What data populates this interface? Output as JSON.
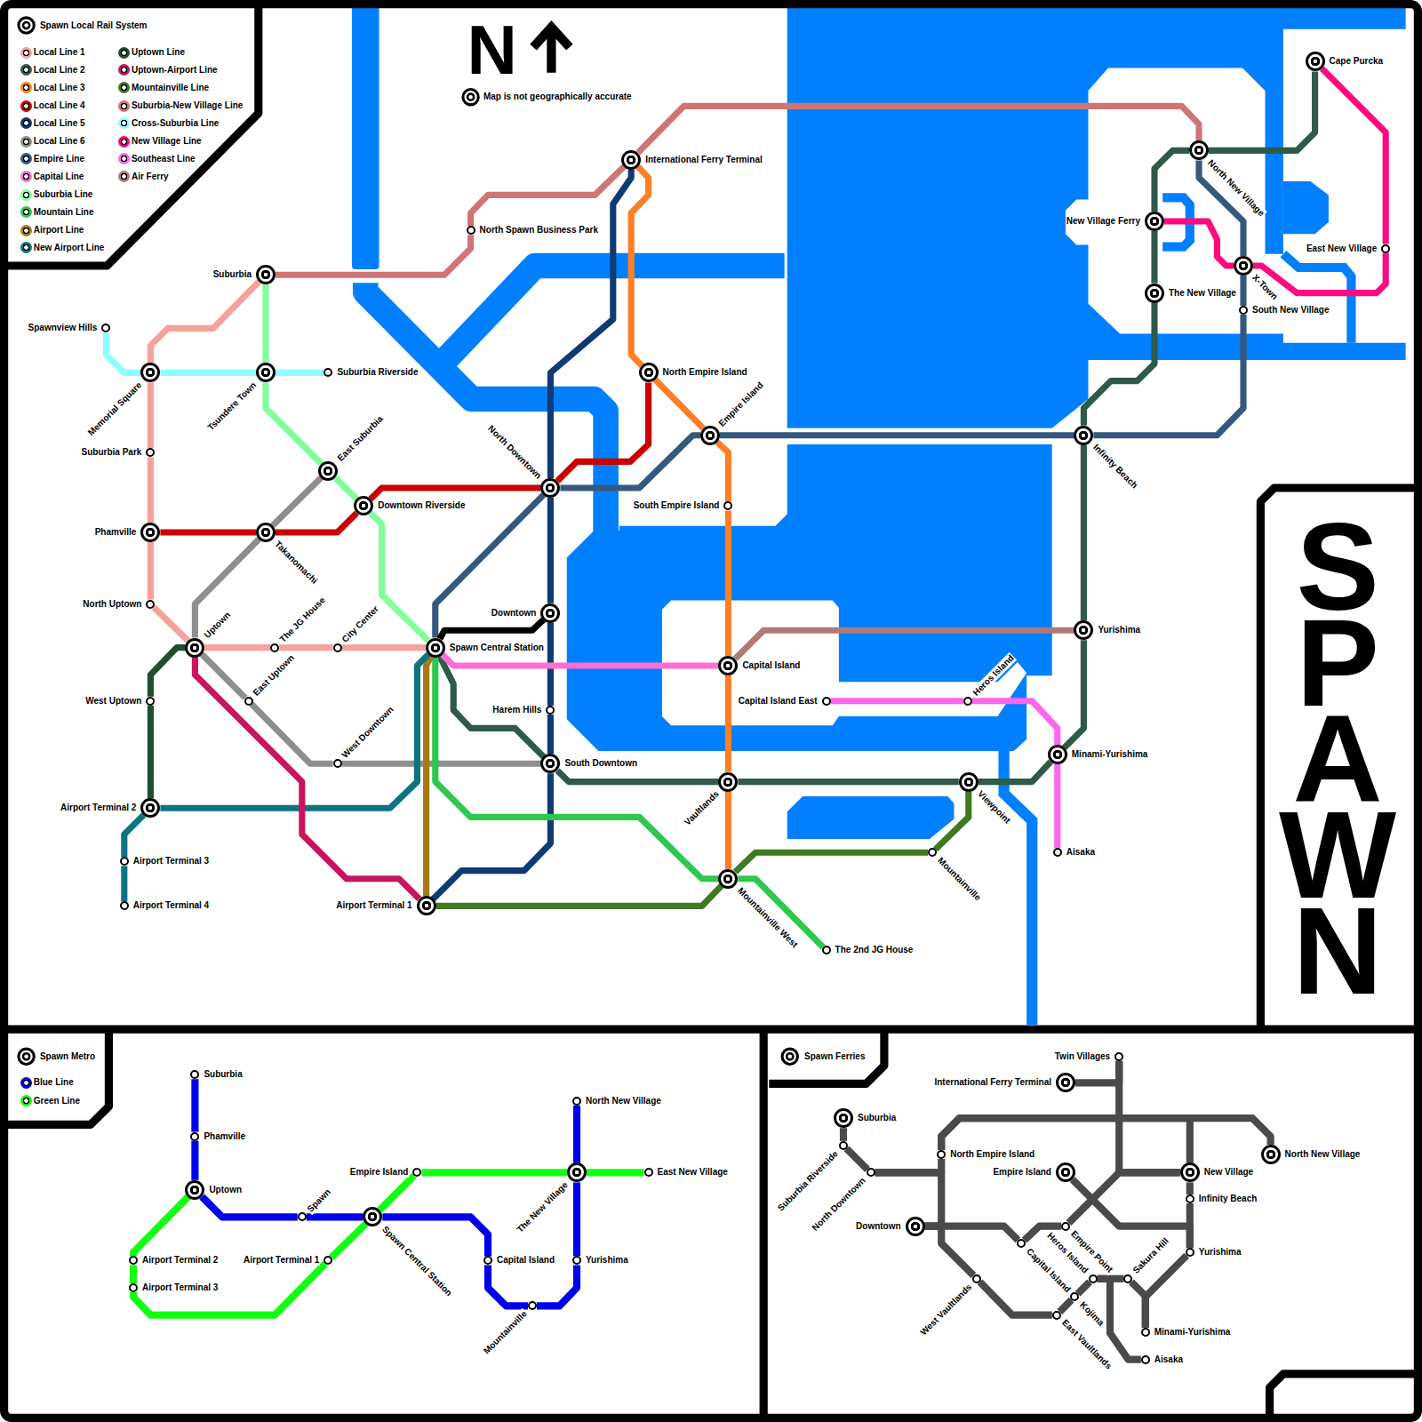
{
  "diagram": {
    "title": "SPAWN",
    "nodes": [
      {
        "text": [
          "Suburbia"
        ]
      },
      {
        "text": [
          "North Spawn Business Park"
        ]
      },
      {
        "text": [
          "International Ferry Terminal"
        ]
      },
      {
        "text": [
          "Spawnview Hills"
        ]
      },
      {
        "text": [
          "Memorial Square"
        ]
      },
      {
        "text": [
          "Tsundere Town"
        ]
      },
      {
        "text": [
          "Suburbia Riverside"
        ]
      },
      {
        "text": [
          "Suburbia Park"
        ]
      },
      {
        "text": [
          "East Suburbia"
        ]
      },
      {
        "text": [
          "Downtown Riverside"
        ]
      },
      {
        "text": [
          "Phamville"
        ]
      },
      {
        "text": [
          "Takanomachi"
        ]
      },
      {
        "text": [
          "North Uptown"
        ]
      },
      {
        "text": [
          "Uptown"
        ]
      },
      {
        "text": [
          "The JG House"
        ]
      },
      {
        "text": [
          "City Center"
        ]
      },
      {
        "text": [
          "Spawn Central Station"
        ]
      },
      {
        "text": [
          "West Uptown"
        ]
      },
      {
        "text": [
          "East Uptown"
        ]
      },
      {
        "text": [
          "West Downtown"
        ]
      },
      {
        "text": [
          "Airport Terminal 2"
        ]
      },
      {
        "text": [
          "Airport Terminal 3"
        ]
      },
      {
        "text": [
          "Airport Terminal 4"
        ]
      },
      {
        "text": [
          "Airport Terminal 1"
        ]
      },
      {
        "text": [
          "North Downtown"
        ]
      },
      {
        "text": [
          "Downtown"
        ]
      },
      {
        "text": [
          "Harem Hills"
        ]
      },
      {
        "text": [
          "South Downtown"
        ]
      },
      {
        "text": [
          "North Empire Island"
        ]
      },
      {
        "text": [
          "Empire Island"
        ]
      },
      {
        "text": [
          "South Empire Island"
        ]
      },
      {
        "text": [
          "Capital Island"
        ]
      },
      {
        "text": [
          "Capital Island East"
        ]
      },
      {
        "text": [
          "Heros Island"
        ]
      },
      {
        "text": [
          "Vaultlands"
        ]
      },
      {
        "text": [
          "Mountainville West"
        ]
      },
      {
        "text": [
          "The 2nd JG House"
        ]
      },
      {
        "text": [
          "Mountainville"
        ]
      },
      {
        "text": [
          "Viewpoint"
        ]
      },
      {
        "text": [
          "Minami-Yurishima"
        ]
      },
      {
        "text": [
          "Aisaka"
        ]
      },
      {
        "text": [
          "Yurishima"
        ]
      },
      {
        "text": [
          "Infinity Beach"
        ]
      },
      {
        "text": [
          "The New Village"
        ]
      },
      {
        "text": [
          "New Village Ferry"
        ]
      },
      {
        "text": [
          "North New Village"
        ]
      },
      {
        "text": [
          "Cape Purcka"
        ]
      },
      {
        "text": [
          "X-Town"
        ]
      },
      {
        "text": [
          "South New Village"
        ]
      },
      {
        "text": [
          "East New Village"
        ]
      },
      {
        "text": [
          "Suburbia"
        ]
      },
      {
        "text": [
          "Phamville"
        ]
      },
      {
        "text": [
          "Uptown"
        ]
      },
      {
        "text": [
          "Spawn"
        ]
      },
      {
        "text": [
          "Airport Terminal 2"
        ]
      },
      {
        "text": [
          "Airport Terminal 3"
        ]
      },
      {
        "text": [
          "Airport Terminal 1"
        ]
      },
      {
        "text": [
          "Spawn Central Station"
        ]
      },
      {
        "text": [
          "Empire Island"
        ]
      },
      {
        "text": [
          "Capital Island"
        ]
      },
      {
        "text": [
          "Mountainville"
        ]
      },
      {
        "text": [
          "The New Village"
        ]
      },
      {
        "text": [
          "North New Village"
        ]
      },
      {
        "text": [
          "East New Village"
        ]
      },
      {
        "text": [
          "Yurishima"
        ]
      },
      {
        "text": [
          "Twin Villages"
        ]
      },
      {
        "text": [
          "International Ferry Terminal"
        ]
      },
      {
        "text": [
          "Suburbia"
        ]
      },
      {
        "text": [
          "Suburbia Riverside"
        ]
      },
      {
        "text": [
          "North Downtown"
        ]
      },
      {
        "text": [
          "North Empire Island"
        ]
      },
      {
        "text": [
          "Empire Island"
        ]
      },
      {
        "text": [
          "New Village"
        ]
      },
      {
        "text": [
          "North New Village"
        ]
      },
      {
        "text": [
          "Infinity Beach"
        ]
      },
      {
        "text": [
          "Downtown"
        ]
      },
      {
        "text": [
          "Empire Point"
        ]
      },
      {
        "text": [
          "Capital Island"
        ]
      },
      {
        "text": [
          "Yurishima"
        ]
      },
      {
        "text": [
          "West Vaultlands"
        ]
      },
      {
        "text": [
          "Heros Island"
        ]
      },
      {
        "text": [
          "Sakura Hill"
        ]
      },
      {
        "text": [
          "Kojima"
        ]
      },
      {
        "text": [
          "East Vaultlands"
        ]
      },
      {
        "text": [
          "Minami-Yurishima"
        ]
      },
      {
        "text": [
          "Aisaka"
        ]
      }
    ],
    "edges": [
      {
        "from": 0,
        "to": 4,
        "arrow": "none"
      },
      {
        "from": 4,
        "to": 7,
        "arrow": "none"
      },
      {
        "from": 7,
        "to": 10,
        "arrow": "none"
      },
      {
        "from": 10,
        "to": 12,
        "arrow": "none"
      },
      {
        "from": 12,
        "to": 13,
        "arrow": "none"
      },
      {
        "from": 13,
        "to": 14,
        "arrow": "none"
      },
      {
        "from": 14,
        "to": 15,
        "arrow": "none"
      },
      {
        "from": 15,
        "to": 16,
        "arrow": "none"
      },
      {
        "from": 16,
        "to": 27,
        "arrow": "none"
      },
      {
        "from": 27,
        "to": 34,
        "arrow": "none"
      },
      {
        "from": 34,
        "to": 38,
        "arrow": "none"
      },
      {
        "from": 38,
        "to": 39,
        "arrow": "none"
      },
      {
        "from": 39,
        "to": 41,
        "arrow": "none"
      },
      {
        "from": 41,
        "to": 42,
        "arrow": "none"
      },
      {
        "from": 42,
        "to": 43,
        "arrow": "none"
      },
      {
        "from": 43,
        "to": 44,
        "arrow": "none"
      },
      {
        "from": 44,
        "to": 45,
        "arrow": "none"
      },
      {
        "from": 45,
        "to": 46,
        "arrow": "none"
      },
      {
        "from": 2,
        "to": 28,
        "arrow": "none"
      },
      {
        "from": 28,
        "to": 29,
        "arrow": "none"
      },
      {
        "from": 29,
        "to": 30,
        "arrow": "none"
      },
      {
        "from": 30,
        "to": 31,
        "arrow": "none"
      },
      {
        "from": 31,
        "to": 34,
        "arrow": "none"
      },
      {
        "from": 34,
        "to": 35,
        "arrow": "none"
      },
      {
        "from": 10,
        "to": 11,
        "arrow": "none"
      },
      {
        "from": 11,
        "to": 9,
        "arrow": "none"
      },
      {
        "from": 9,
        "to": 24,
        "arrow": "none"
      },
      {
        "from": 24,
        "to": 28,
        "arrow": "none"
      },
      {
        "from": 2,
        "to": 24,
        "arrow": "none"
      },
      {
        "from": 24,
        "to": 25,
        "arrow": "none"
      },
      {
        "from": 25,
        "to": 26,
        "arrow": "none"
      },
      {
        "from": 26,
        "to": 27,
        "arrow": "none"
      },
      {
        "from": 27,
        "to": 23,
        "arrow": "none"
      },
      {
        "from": 8,
        "to": 11,
        "arrow": "none"
      },
      {
        "from": 11,
        "to": 13,
        "arrow": "none"
      },
      {
        "from": 13,
        "to": 18,
        "arrow": "none"
      },
      {
        "from": 18,
        "to": 19,
        "arrow": "none"
      },
      {
        "from": 19,
        "to": 27,
        "arrow": "none"
      },
      {
        "from": 16,
        "to": 24,
        "arrow": "none"
      },
      {
        "from": 24,
        "to": 29,
        "arrow": "none"
      },
      {
        "from": 29,
        "to": 42,
        "arrow": "none"
      },
      {
        "from": 42,
        "to": 48,
        "arrow": "none"
      },
      {
        "from": 48,
        "to": 47,
        "arrow": "none"
      },
      {
        "from": 47,
        "to": 45,
        "arrow": "none"
      },
      {
        "from": 16,
        "to": 31,
        "arrow": "none"
      },
      {
        "from": 0,
        "to": 5,
        "arrow": "none"
      },
      {
        "from": 5,
        "to": 8,
        "arrow": "none"
      },
      {
        "from": 8,
        "to": 9,
        "arrow": "none"
      },
      {
        "from": 9,
        "to": 16,
        "arrow": "none"
      },
      {
        "from": 16,
        "to": 35,
        "arrow": "none"
      },
      {
        "from": 35,
        "to": 36,
        "arrow": "none"
      },
      {
        "from": 16,
        "to": 23,
        "arrow": "none"
      },
      {
        "from": 16,
        "to": 20,
        "arrow": "none"
      },
      {
        "from": 20,
        "to": 21,
        "arrow": "none"
      },
      {
        "from": 21,
        "to": 22,
        "arrow": "none"
      },
      {
        "from": 13,
        "to": 17,
        "arrow": "none"
      },
      {
        "from": 17,
        "to": 20,
        "arrow": "none"
      },
      {
        "from": 13,
        "to": 23,
        "arrow": "none"
      },
      {
        "from": 23,
        "to": 35,
        "arrow": "none"
      },
      {
        "from": 35,
        "to": 37,
        "arrow": "none"
      },
      {
        "from": 37,
        "to": 38,
        "arrow": "none"
      },
      {
        "from": 0,
        "to": 1,
        "arrow": "none"
      },
      {
        "from": 1,
        "to": 2,
        "arrow": "none"
      },
      {
        "from": 2,
        "to": 45,
        "arrow": "none"
      },
      {
        "from": 3,
        "to": 4,
        "arrow": "none"
      },
      {
        "from": 4,
        "to": 5,
        "arrow": "none"
      },
      {
        "from": 5,
        "to": 6,
        "arrow": "none"
      },
      {
        "from": 44,
        "to": 47,
        "arrow": "none"
      },
      {
        "from": 47,
        "to": 49,
        "arrow": "none"
      },
      {
        "from": 49,
        "to": 46,
        "arrow": "none"
      },
      {
        "from": 32,
        "to": 33,
        "arrow": "none"
      },
      {
        "from": 33,
        "to": 39,
        "arrow": "none"
      },
      {
        "from": 39,
        "to": 40,
        "arrow": "none"
      },
      {
        "from": 31,
        "to": 41,
        "arrow": "none"
      },
      {
        "from": 16,
        "to": 25,
        "arrow": "none"
      },
      {
        "from": 50,
        "to": 51,
        "arrow": "none"
      },
      {
        "from": 51,
        "to": 52,
        "arrow": "none"
      },
      {
        "from": 52,
        "to": 53,
        "arrow": "none"
      },
      {
        "from": 53,
        "to": 57,
        "arrow": "none"
      },
      {
        "from": 57,
        "to": 59,
        "arrow": "none"
      },
      {
        "from": 59,
        "to": 60,
        "arrow": "none"
      },
      {
        "from": 60,
        "to": 64,
        "arrow": "none"
      },
      {
        "from": 64,
        "to": 61,
        "arrow": "none"
      },
      {
        "from": 61,
        "to": 62,
        "arrow": "none"
      },
      {
        "from": 52,
        "to": 54,
        "arrow": "none"
      },
      {
        "from": 54,
        "to": 55,
        "arrow": "none"
      },
      {
        "from": 55,
        "to": 56,
        "arrow": "none"
      },
      {
        "from": 56,
        "to": 57,
        "arrow": "none"
      },
      {
        "from": 57,
        "to": 58,
        "arrow": "none"
      },
      {
        "from": 58,
        "to": 61,
        "arrow": "none"
      },
      {
        "from": 61,
        "to": 63,
        "arrow": "none"
      },
      {
        "from": 66,
        "to": 65,
        "arrow": "none"
      },
      {
        "from": 65,
        "to": 72,
        "arrow": "none"
      },
      {
        "from": 67,
        "to": 68,
        "arrow": "none"
      },
      {
        "from": 68,
        "to": 69,
        "arrow": "none"
      },
      {
        "from": 69,
        "to": 70,
        "arrow": "none"
      },
      {
        "from": 69,
        "to": 75,
        "arrow": "none"
      },
      {
        "from": 70,
        "to": 73,
        "arrow": "none"
      },
      {
        "from": 70,
        "to": 72,
        "arrow": "none"
      },
      {
        "from": 75,
        "to": 79,
        "arrow": "none"
      },
      {
        "from": 79,
        "to": 83,
        "arrow": "none"
      },
      {
        "from": 75,
        "to": 77,
        "arrow": "none"
      },
      {
        "from": 77,
        "to": 76,
        "arrow": "none"
      },
      {
        "from": 76,
        "to": 72,
        "arrow": "none"
      },
      {
        "from": 71,
        "to": 78,
        "arrow": "none"
      },
      {
        "from": 72,
        "to": 74,
        "arrow": "none"
      },
      {
        "from": 74,
        "to": 78,
        "arrow": "none"
      },
      {
        "from": 78,
        "to": 84,
        "arrow": "none"
      },
      {
        "from": 83,
        "to": 82,
        "arrow": "none"
      },
      {
        "from": 82,
        "to": 80,
        "arrow": "none"
      },
      {
        "from": 80,
        "to": 81,
        "arrow": "none"
      },
      {
        "from": 81,
        "to": 84,
        "arrow": "none"
      },
      {
        "from": 80,
        "to": 85,
        "arrow": "none"
      }
    ],
    "labels": [
      "Spawn Local Rail System",
      "N",
      "Map is not geographically accurate",
      "Spawn Metro",
      "Spawn Ferries"
    ],
    "legend": [
      {
        "text": "Local Line 1",
        "color": "#f7a19b"
      },
      {
        "text": "Local Line 2",
        "color": "#2e5a47"
      },
      {
        "text": "Local Line 3",
        "color": "#ff7f24"
      },
      {
        "text": "Local Line 4",
        "color": "#cc0000"
      },
      {
        "text": "Local Line 5",
        "color": "#0f3b73"
      },
      {
        "text": "Local Line 6",
        "color": "#8e8e8e"
      },
      {
        "text": "Empire Line",
        "color": "#35597d"
      },
      {
        "text": "Capital Line",
        "color": "#ff6fd3"
      },
      {
        "text": "Suburbia Line",
        "color": "#80ff9a"
      },
      {
        "text": "Mountain Line",
        "color": "#2ec84f"
      },
      {
        "text": "Airport Line",
        "color": "#a87a12"
      },
      {
        "text": "New Airport Line",
        "color": "#0d7480"
      },
      {
        "text": "Uptown Line",
        "color": "#1f4f30"
      },
      {
        "text": "Uptown-Airport Line",
        "color": "#c8145f"
      },
      {
        "text": "Mountainville Line",
        "color": "#3f7a22"
      },
      {
        "text": "Suburbia-New Village Line",
        "color": "#d07575"
      },
      {
        "text": "Cross-Suburbia Line",
        "color": "#8cffff"
      },
      {
        "text": "New Village Line",
        "color": "#ff0a80"
      },
      {
        "text": "Southeast Line",
        "color": "#ff66ee"
      },
      {
        "text": "Air Ferry",
        "color": "#b07a7a"
      },
      {
        "text": "Blue Line",
        "color": "#0000ee"
      },
      {
        "text": "Green Line",
        "color": "#11ff11"
      }
    ]
  }
}
